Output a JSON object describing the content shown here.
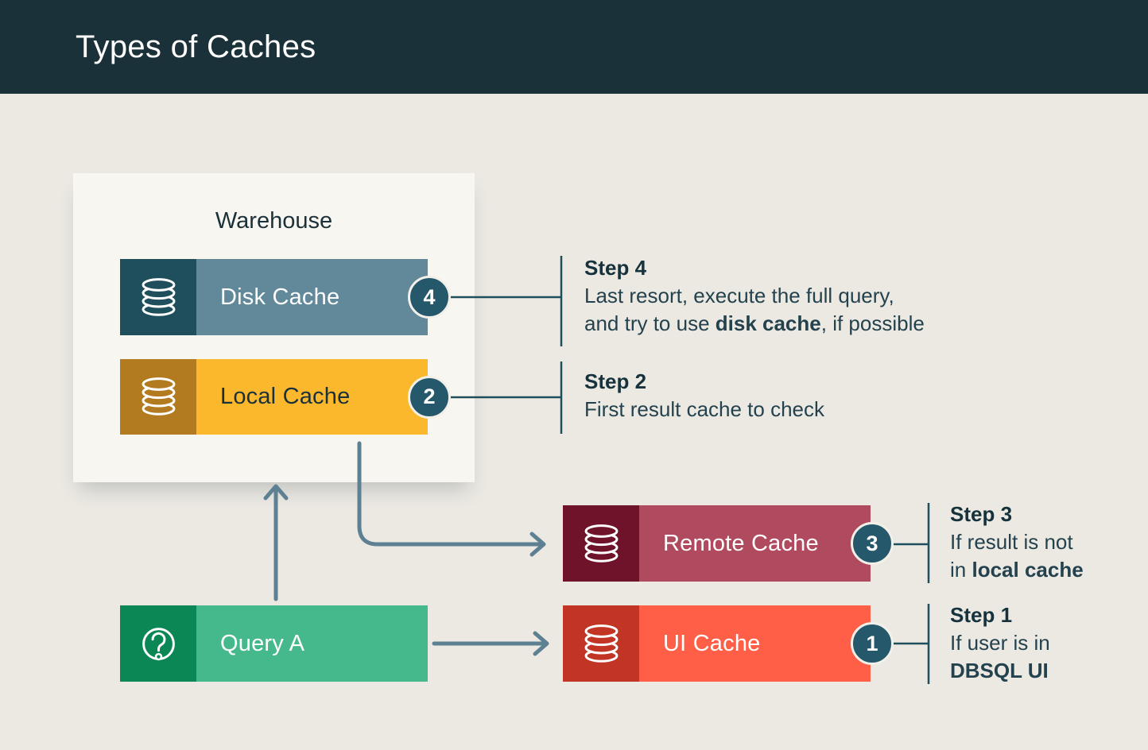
{
  "title": "Types of Caches",
  "colors": {
    "header_bg": "#1B3139",
    "page_bg": "#ECE9E3",
    "panel_bg": "#F8F6F0",
    "arrow": "#5D8093",
    "connector": "#1F4E5D",
    "badge_bg": "#26586B",
    "badge_ring": "#F3F0EA",
    "step_title": "#16323C",
    "step_body": "#24424E"
  },
  "warehouse": {
    "label": "Warehouse"
  },
  "nodes": [
    {
      "id": "disk-cache",
      "label": "Disk Cache",
      "badge": "4",
      "icon": "database-icon",
      "icon_bg": "#1F4E5D",
      "bar_bg": "#61899A",
      "label_color": "#FFFFFF"
    },
    {
      "id": "local-cache",
      "label": "Local Cache",
      "badge": "2",
      "icon": "database-icon",
      "icon_bg": "#B27B20",
      "bar_bg": "#FCB82D",
      "label_color": "#1B3139"
    },
    {
      "id": "remote-cache",
      "label": "Remote Cache",
      "badge": "3",
      "icon": "database-icon",
      "icon_bg": "#6E1329",
      "bar_bg": "#B04A5E",
      "label_color": "#FFFFFF"
    },
    {
      "id": "ui-cache",
      "label": "UI Cache",
      "badge": "1",
      "icon": "database-icon",
      "icon_bg": "#C23524",
      "bar_bg": "#FF5F46",
      "label_color": "#FFFFFF"
    },
    {
      "id": "query-a",
      "label": "Query A",
      "badge": null,
      "icon": "question-icon",
      "icon_bg": "#0B8755",
      "bar_bg": "#45B98C",
      "label_color": "#FFFFFF"
    }
  ],
  "steps": [
    {
      "id": "step-4",
      "title": "Step 4",
      "lines": [
        [
          {
            "text": "Last resort, execute the full query,"
          }
        ],
        [
          {
            "text": "and try to use "
          },
          {
            "text": "disk cache",
            "bold": true
          },
          {
            "text": ", if possible"
          }
        ]
      ]
    },
    {
      "id": "step-2",
      "title": "Step 2",
      "lines": [
        [
          {
            "text": "First result cache to check"
          }
        ]
      ]
    },
    {
      "id": "step-3",
      "title": "Step 3",
      "lines": [
        [
          {
            "text": "If result is not"
          }
        ],
        [
          {
            "text": "in "
          },
          {
            "text": "local cache",
            "bold": true
          }
        ]
      ]
    },
    {
      "id": "step-1",
      "title": "Step 1",
      "lines": [
        [
          {
            "text": "If user is in"
          }
        ],
        [
          {
            "text": "DBSQL UI",
            "bold": true
          }
        ]
      ]
    }
  ]
}
